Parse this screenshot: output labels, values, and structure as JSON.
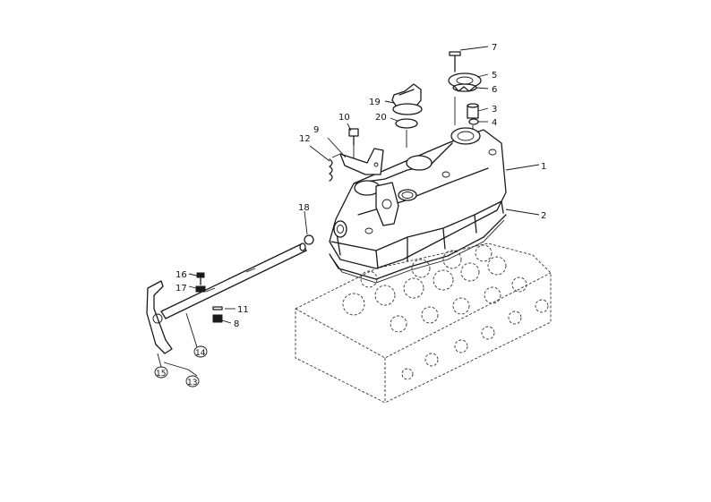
{
  "labels": {
    "p1": "1",
    "p2": "2",
    "p3": "3",
    "p4": "4",
    "p5": "5",
    "p6": "6",
    "p7": "7",
    "p8": "8",
    "p9": "9",
    "p10": "10",
    "p11": "11",
    "p12": "12",
    "p13": "13",
    "p14": "14",
    "p15": "15",
    "p16": "16",
    "p17": "17",
    "p18": "18",
    "p19": "19",
    "p20": "20"
  }
}
